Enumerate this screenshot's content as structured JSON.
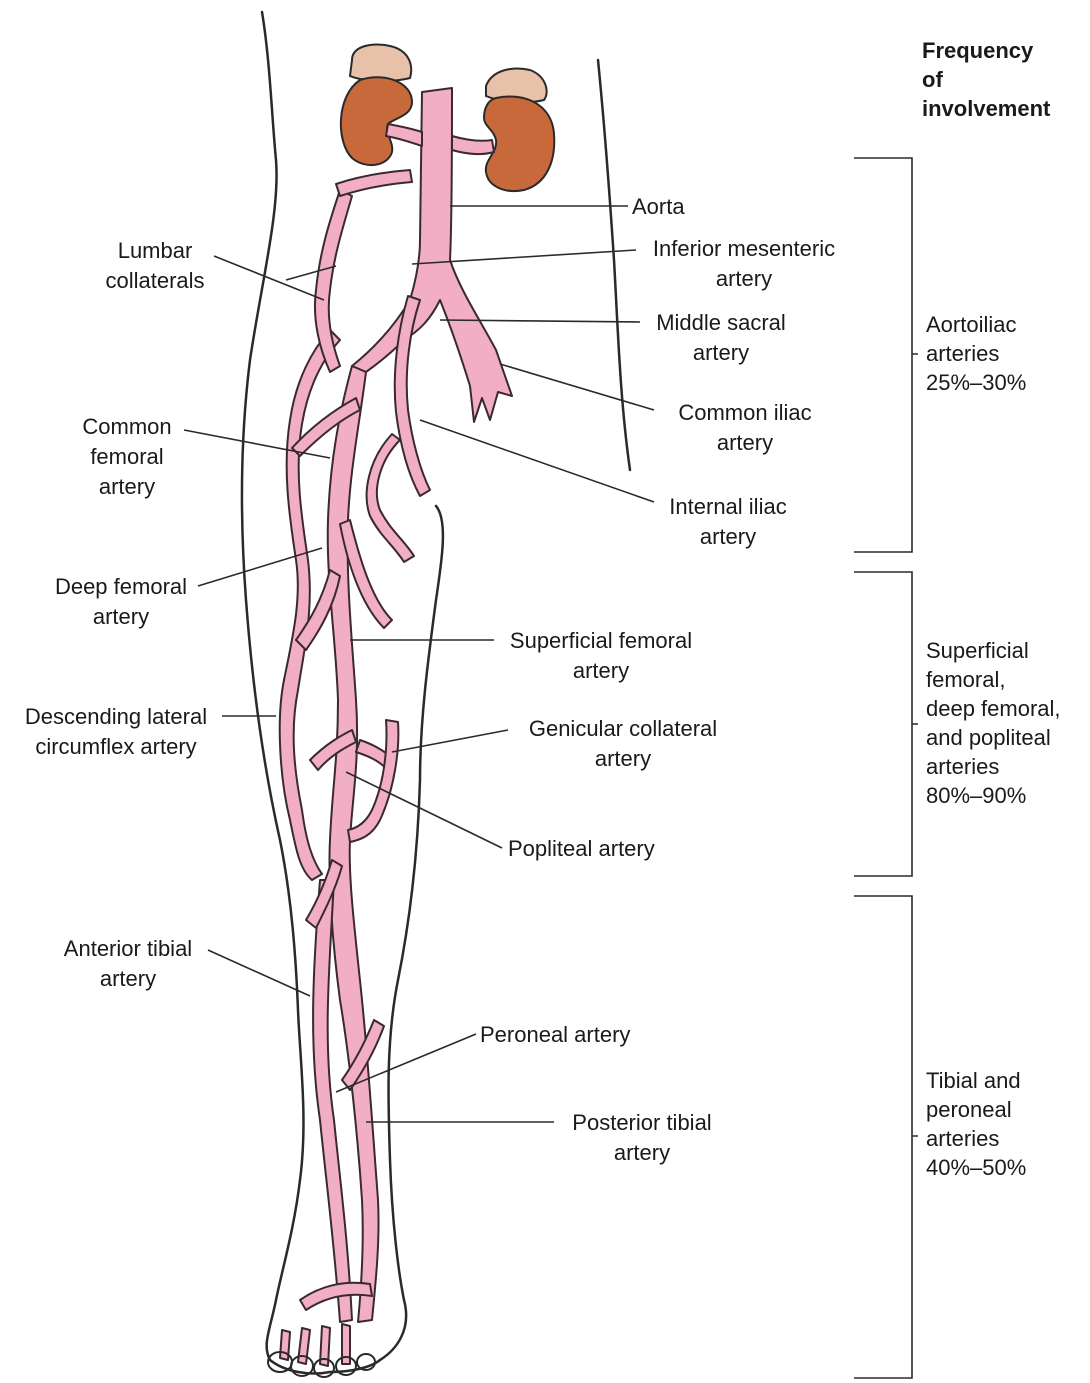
{
  "header": {
    "line1": "Frequency",
    "line2": "of",
    "line3": "involvement"
  },
  "labels": {
    "aorta": {
      "line1": "Aorta"
    },
    "inferior_mesenteric": {
      "line1": "Inferior mesenteric",
      "line2": "artery"
    },
    "middle_sacral": {
      "line1": "Middle sacral",
      "line2": "artery"
    },
    "common_iliac": {
      "line1": "Common iliac",
      "line2": "artery"
    },
    "internal_iliac": {
      "line1": "Internal iliac",
      "line2": "artery"
    },
    "lumbar_collaterals": {
      "line1": "Lumbar",
      "line2": "collaterals"
    },
    "common_femoral": {
      "line1": "Common",
      "line2": "femoral",
      "line3": "artery"
    },
    "deep_femoral": {
      "line1": "Deep femoral",
      "line2": "artery"
    },
    "superficial_femoral": {
      "line1": "Superficial femoral",
      "line2": "artery"
    },
    "descending_lateral": {
      "line1": "Descending lateral",
      "line2": "circumflex artery"
    },
    "genicular_collateral": {
      "line1": "Genicular collateral",
      "line2": "artery"
    },
    "popliteal": {
      "line1": "Popliteal artery"
    },
    "anterior_tibial": {
      "line1": "Anterior tibial",
      "line2": "artery"
    },
    "peroneal": {
      "line1": "Peroneal artery"
    },
    "posterior_tibial": {
      "line1": "Posterior tibial",
      "line2": "artery"
    }
  },
  "frequency_groups": [
    {
      "line1": "Aortoiliac",
      "line2": "arteries",
      "line3": "25%–30%"
    },
    {
      "line1": "Superficial",
      "line2": "femoral,",
      "line3": "deep femoral,",
      "line4": "and popliteal",
      "line5": "arteries",
      "line6": "80%–90%"
    },
    {
      "line1": "Tibial and",
      "line2": "peroneal",
      "line3": "arteries",
      "line4": "40%–50%"
    }
  ],
  "colors": {
    "artery": "#f2aec4",
    "artery_outline": "#3a2a2e",
    "kidney": "#c8693c",
    "adrenal": "#e8c2a8",
    "line": "#2a2a2a"
  }
}
